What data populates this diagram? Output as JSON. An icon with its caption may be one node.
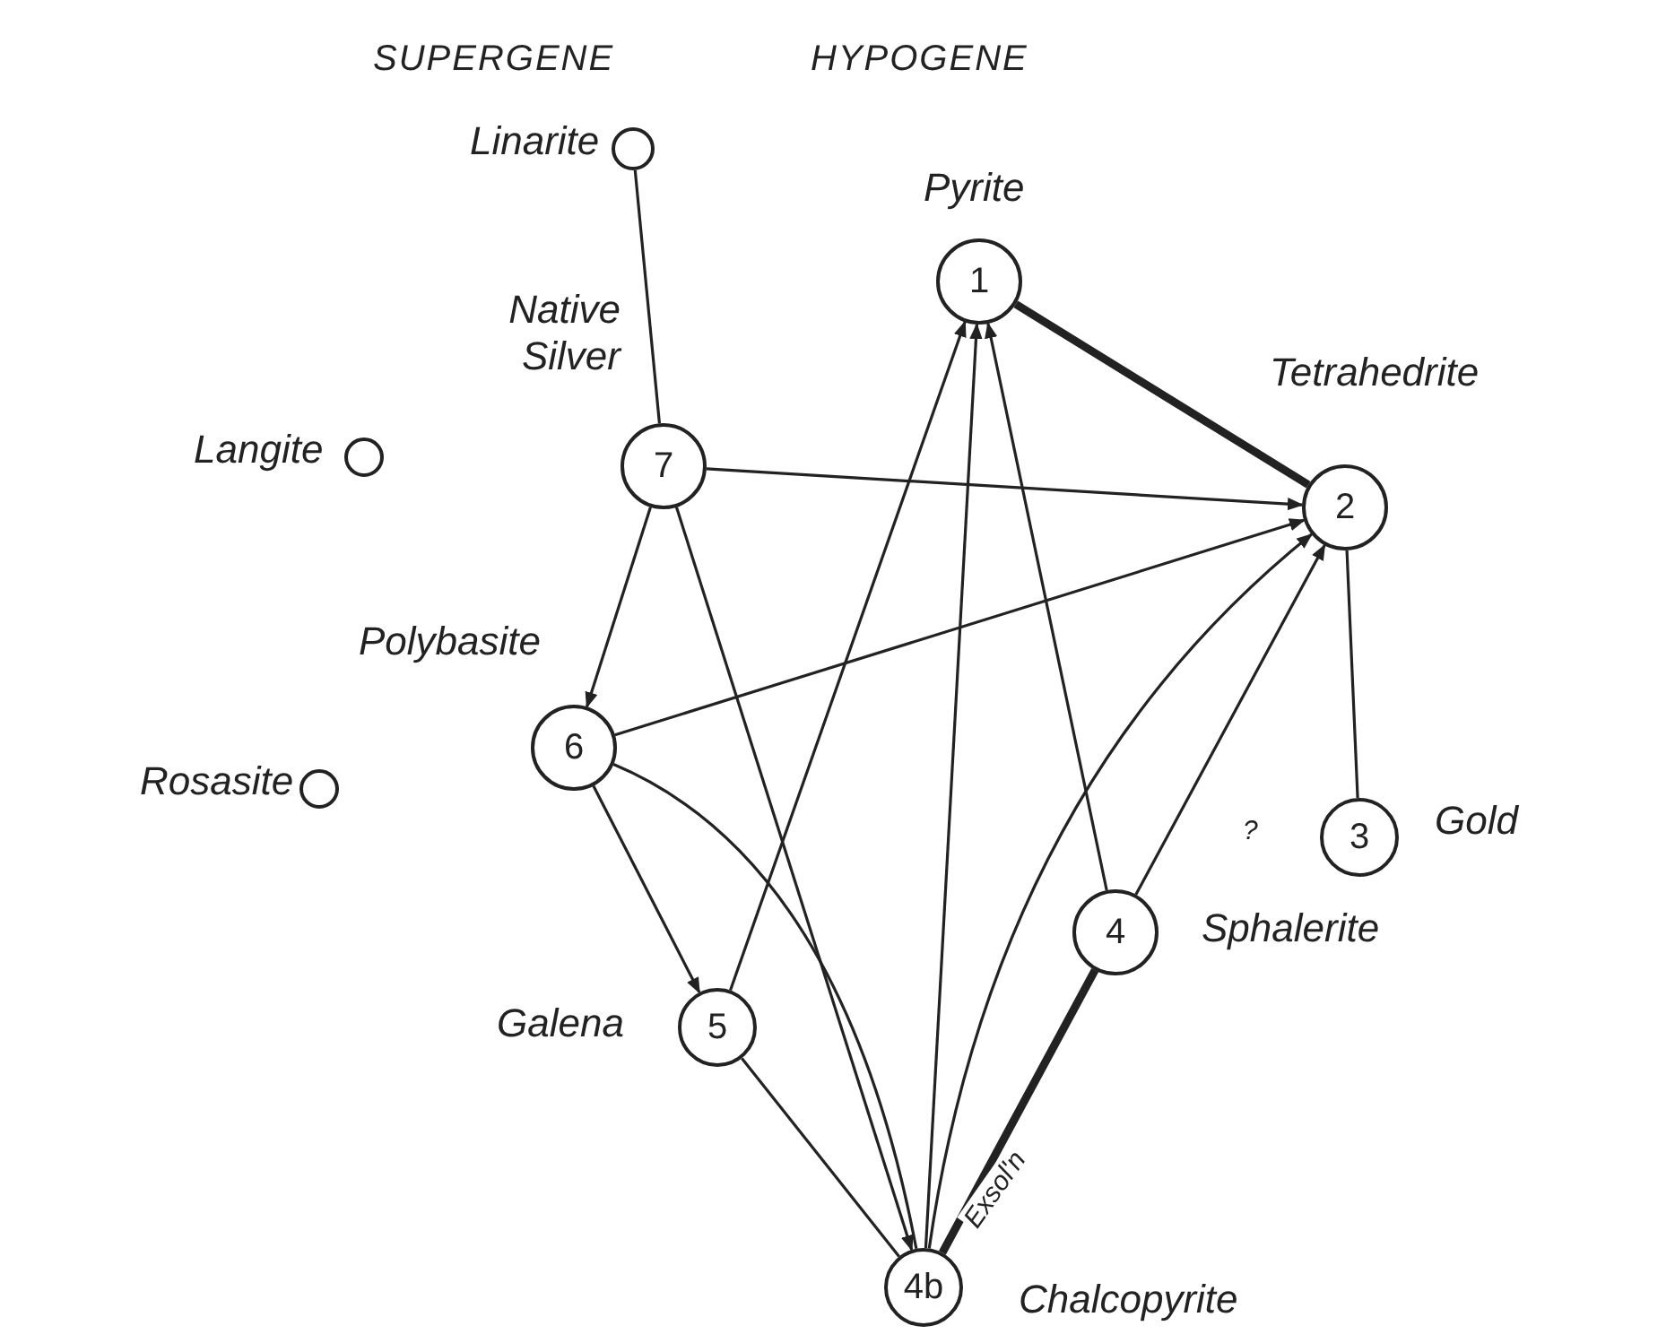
{
  "diagram": {
    "nodes": [
      {
        "text": [
          "1"
        ],
        "beside": [
          "Pyrite"
        ]
      },
      {
        "text": [
          "2"
        ],
        "beside": [
          "Tetrahedrite"
        ]
      },
      {
        "text": [
          "3"
        ],
        "beside": [
          "Gold"
        ]
      },
      {
        "text": [
          "4"
        ],
        "beside": [
          "Sphalerite"
        ]
      },
      {
        "text": [
          "4b"
        ],
        "beside": [
          "Chalcopyrite"
        ]
      },
      {
        "text": [
          "5"
        ],
        "beside": [
          "Galena"
        ]
      },
      {
        "text": [
          "6"
        ],
        "beside": [
          "Polybasite"
        ]
      },
      {
        "text": [
          "7"
        ],
        "beside": [
          "Native Silver"
        ]
      },
      {
        "text": [],
        "shape": "circle",
        "beside": [
          "Linarite"
        ]
      },
      {
        "text": [],
        "shape": "circle",
        "beside": [
          "Langite"
        ]
      },
      {
        "text": [],
        "shape": "circle",
        "beside": [
          "Rosasite"
        ]
      }
    ],
    "edges": [
      {
        "from": 8,
        "to": 7,
        "arrow": "none"
      },
      {
        "from": 0,
        "to": 1,
        "arrow": "none",
        "style": "thick"
      },
      {
        "from": 7,
        "to": 1,
        "arrow": "to"
      },
      {
        "from": 7,
        "to": 6,
        "arrow": "to"
      },
      {
        "from": 7,
        "to": 4,
        "arrow": "to"
      },
      {
        "from": 6,
        "to": 1,
        "arrow": "to"
      },
      {
        "from": 6,
        "to": 5,
        "arrow": "to"
      },
      {
        "from": 6,
        "to": 4,
        "arrow": "none"
      },
      {
        "from": 5,
        "to": 0,
        "arrow": "to"
      },
      {
        "from": 5,
        "to": 4,
        "arrow": "none"
      },
      {
        "from": 4,
        "to": 0,
        "arrow": "to"
      },
      {
        "from": 3,
        "to": 0,
        "arrow": "to"
      },
      {
        "from": 4,
        "to": 1,
        "arrow": "to"
      },
      {
        "from": 3,
        "to": 1,
        "arrow": "to",
        "label": "?"
      },
      {
        "from": 3,
        "to": 4,
        "arrow": "none",
        "style": "thick",
        "label": "Exsol'n"
      },
      {
        "from": 2,
        "to": 1,
        "arrow": "none"
      }
    ],
    "labels": [
      "SUPERGENE",
      "HYPOGENE"
    ]
  }
}
